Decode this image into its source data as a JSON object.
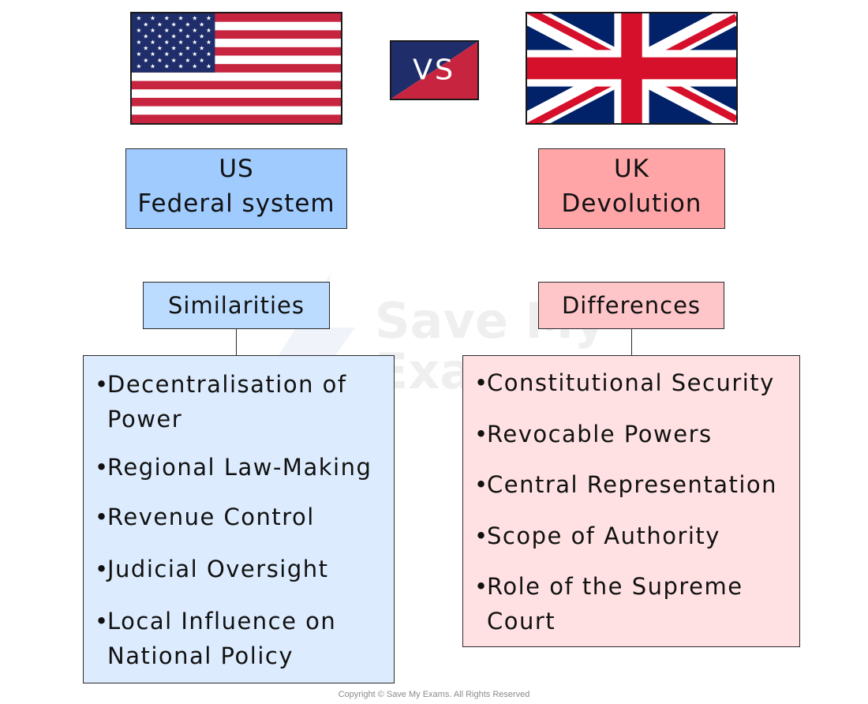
{
  "colors": {
    "us_blue": "#9fcbff",
    "us_light": "#dcebfd",
    "uk_pink": "#ffa5a8",
    "uk_light": "#ffe1e3",
    "flag_red": "#c7253f",
    "flag_navy": "#1f2e6a",
    "union_blue": "#012169",
    "union_red": "#d6102b"
  },
  "vs_badge": {
    "label": "VS"
  },
  "us_box": {
    "line1": "US",
    "line2": "Federal system"
  },
  "uk_box": {
    "line1": "UK",
    "line2": "Devolution"
  },
  "similarities": {
    "heading": "Similarities",
    "items": [
      {
        "line1": "Decentralisation of",
        "line2": "Power"
      },
      {
        "line1": "Regional Law-Making"
      },
      {
        "line1": "Revenue Control"
      },
      {
        "line1": "Judicial Oversight"
      },
      {
        "line1": "Local Influence on",
        "line2": "National Policy"
      }
    ]
  },
  "differences": {
    "heading": "Differences",
    "items": [
      {
        "line1": "Constitutional Security"
      },
      {
        "line1": "Revocable Powers"
      },
      {
        "line1": "Central Representation"
      },
      {
        "line1": "Scope of Authority"
      },
      {
        "line1": "Role of the Supreme",
        "line2": "Court"
      }
    ]
  },
  "watermark": {
    "line1": "Save My",
    "line2": "Exams"
  },
  "footer": {
    "copyright": "Copyright © Save My Exams. All Rights Reserved"
  }
}
